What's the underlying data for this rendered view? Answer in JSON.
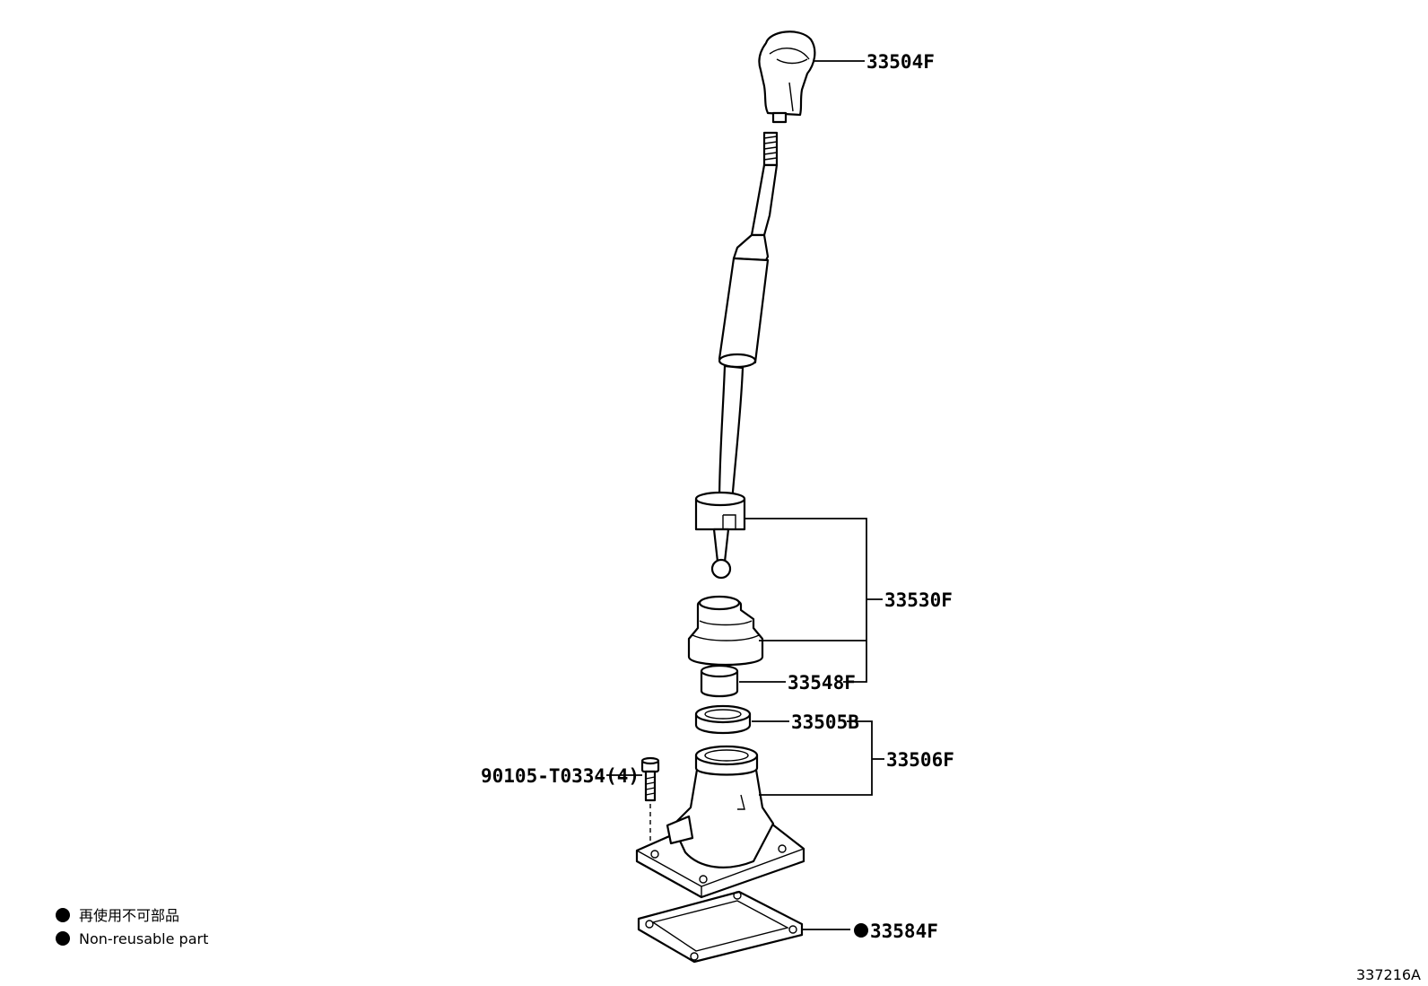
{
  "parts": {
    "knob": "33504F",
    "lever_assy": "33530F",
    "bushing": "33548F",
    "seal": "33505B",
    "retainer": "33506F",
    "bolt": "90105-T0334(4)",
    "gasket": "33584F"
  },
  "legend": {
    "jp": "再使用不可部品",
    "en": "Non-reusable part"
  },
  "figure_id": "337216A",
  "colors": {
    "ink": "#000000",
    "paper": "#ffffff"
  }
}
